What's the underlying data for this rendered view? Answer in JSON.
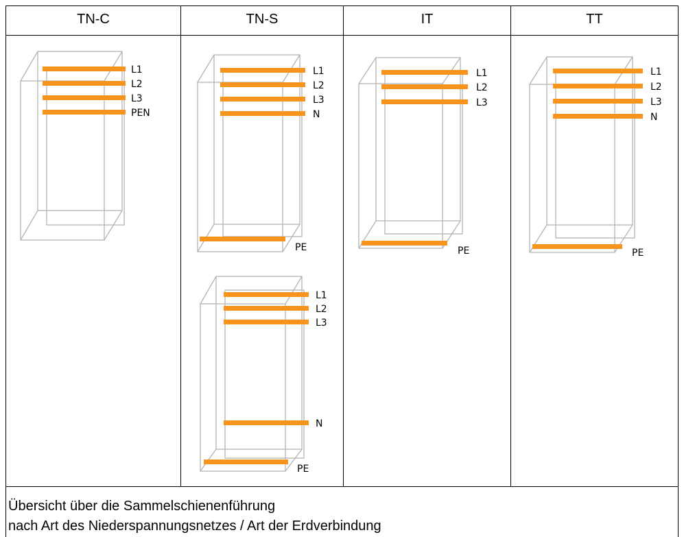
{
  "table": {
    "columns": [
      {
        "title": "TN-C",
        "cabinets": [
          {
            "labels": [
              "L1",
              "L2",
              "L3",
              "PEN"
            ]
          }
        ]
      },
      {
        "title": "TN-S",
        "cabinets": [
          {
            "labels": [
              "L1",
              "L2",
              "L3",
              "N",
              "PE"
            ]
          },
          {
            "labels": [
              "L1",
              "L2",
              "L3",
              "N",
              "PE"
            ]
          }
        ]
      },
      {
        "title": "IT",
        "cabinets": [
          {
            "labels": [
              "L1",
              "L2",
              "L3",
              "PE"
            ]
          }
        ]
      },
      {
        "title": "TT",
        "cabinets": [
          {
            "labels": [
              "L1",
              "L2",
              "L3",
              "N",
              "PE"
            ]
          }
        ]
      }
    ],
    "caption": {
      "line1": "Übersicht über die Sammelschienenführung",
      "line2": "nach Art des Niederspannungsnetzes / Art der Erdverbindung"
    }
  },
  "colors": {
    "busbar": "#f7941d",
    "cabinet_edge": "#b3b3b3",
    "border": "#000000"
  }
}
